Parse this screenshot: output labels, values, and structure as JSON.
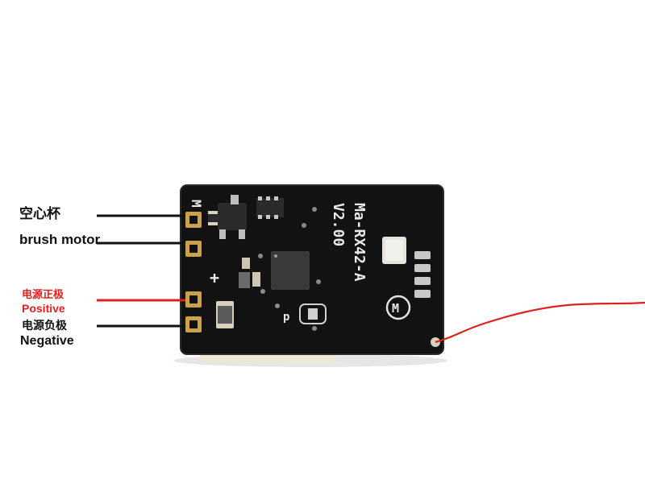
{
  "labels": {
    "brush_motor_cn": "空心杯",
    "brush_motor_en": "brush motor",
    "positive_cn": "电源正极",
    "positive_en": "Positive",
    "negative_cn": "电源负极",
    "negative_en": "Negative"
  },
  "board": {
    "silk_m": "M",
    "silk_plus": "+",
    "silk_minus": "-",
    "model_line1": "Ma-RX42-A",
    "model_line2": "V2.00",
    "logo": "M",
    "silk_p": "p"
  },
  "colors": {
    "pcb": "#111111",
    "pad": "#c9a24a",
    "wire": "#d8241b",
    "positive_line": "#e02020",
    "line": "#111111"
  }
}
